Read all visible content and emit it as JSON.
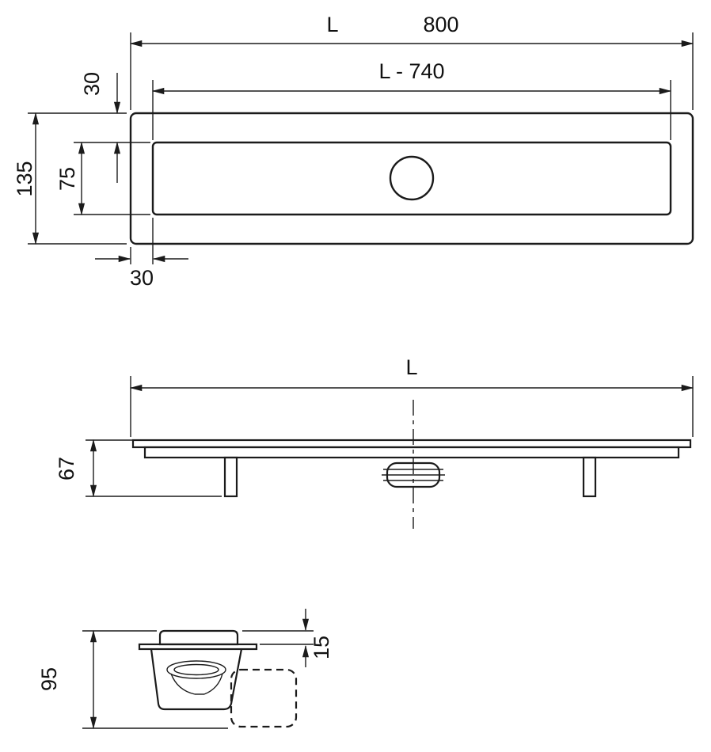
{
  "drawing": {
    "type": "technical-drawing",
    "colors": {
      "line": "#1b1b1b",
      "background": "#ffffff"
    }
  },
  "views": {
    "top": {
      "length_letter": "L",
      "length_value": "800",
      "inner_length": "L - 740",
      "overall_height": "135",
      "inner_height": "75",
      "top_offset": "30",
      "left_offset": "30"
    },
    "side": {
      "length_letter": "L",
      "height": "67"
    },
    "section": {
      "flange_height": "15",
      "total_height": "95"
    }
  }
}
